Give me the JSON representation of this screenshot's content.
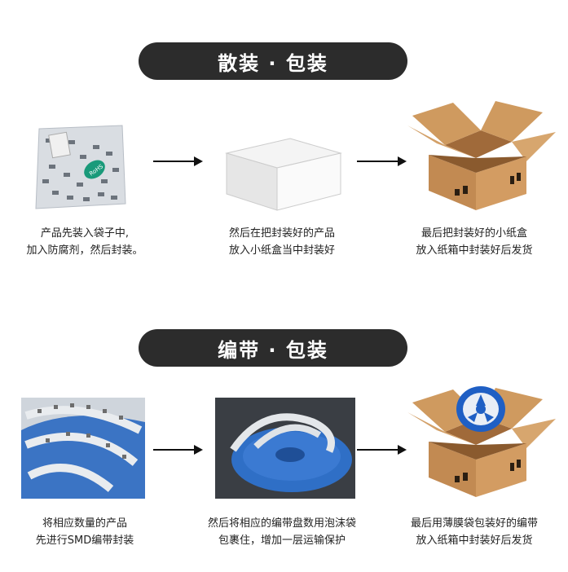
{
  "section1": {
    "title": "散装 · 包装",
    "steps": [
      {
        "line1": "产品先装入袋子中,",
        "line2": "加入防腐剂，然后封装。"
      },
      {
        "line1": "然后在把封装好的产品",
        "line2": "放入小纸盒当中封装好"
      },
      {
        "line1": "最后把封装好的小纸盒",
        "line2": "放入纸箱中封装好后发货"
      }
    ],
    "bag_tag": "RoHS"
  },
  "section2": {
    "title": "编带 · 包装",
    "steps": [
      {
        "line1": "将相应数量的产品",
        "line2": "先进行SMD编带封装"
      },
      {
        "line1": "然后将相应的编带盘数用泡沫袋",
        "line2": "包裹住，增加一层运输保护"
      },
      {
        "line1": "最后用薄膜袋包装好的编带",
        "line2": "放入纸箱中封装好后发货"
      }
    ]
  },
  "colors": {
    "banner": "#2c2c2c",
    "cardboard": "#c8935a",
    "reel_blue": "#2f6fc6",
    "arrow": "#111111"
  }
}
